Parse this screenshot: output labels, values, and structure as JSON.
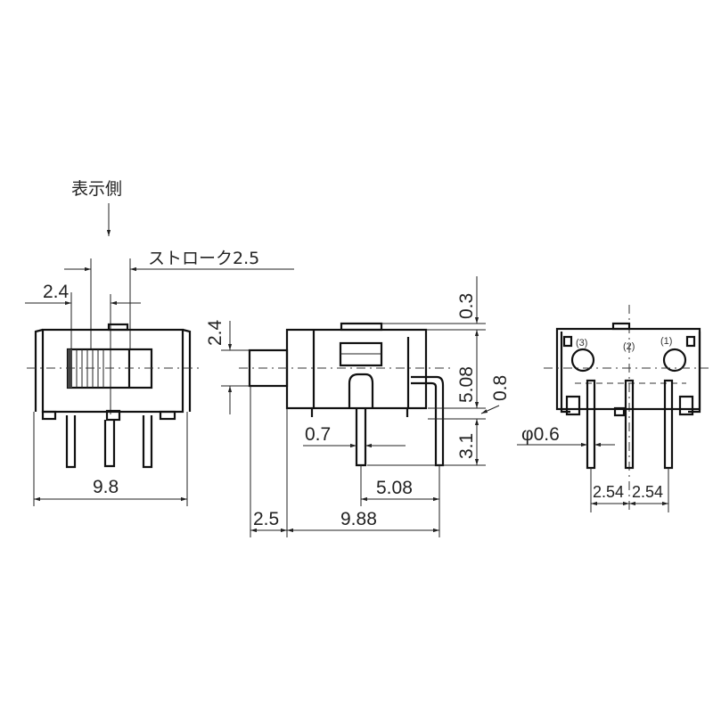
{
  "labels": {
    "display_side": "表示側",
    "stroke": "ストローク2.5",
    "front_slider_width": "2.4",
    "front_width": "9.8",
    "side_actuator_height": "2.4",
    "side_top_offset": "0.3",
    "side_body_height": "5.08",
    "side_gap": "0.8",
    "side_pin_length": "3.1",
    "side_pin_width": "0.7",
    "side_pin_spacing": "5.08",
    "side_actuator_length": "2.5",
    "side_body_length": "9.88",
    "pin_diameter": "φ0.6",
    "pitch_left": "2.54",
    "pitch_right": "2.54",
    "terminal_3": "(3)",
    "terminal_2": "(2)",
    "terminal_1": "(1)"
  }
}
